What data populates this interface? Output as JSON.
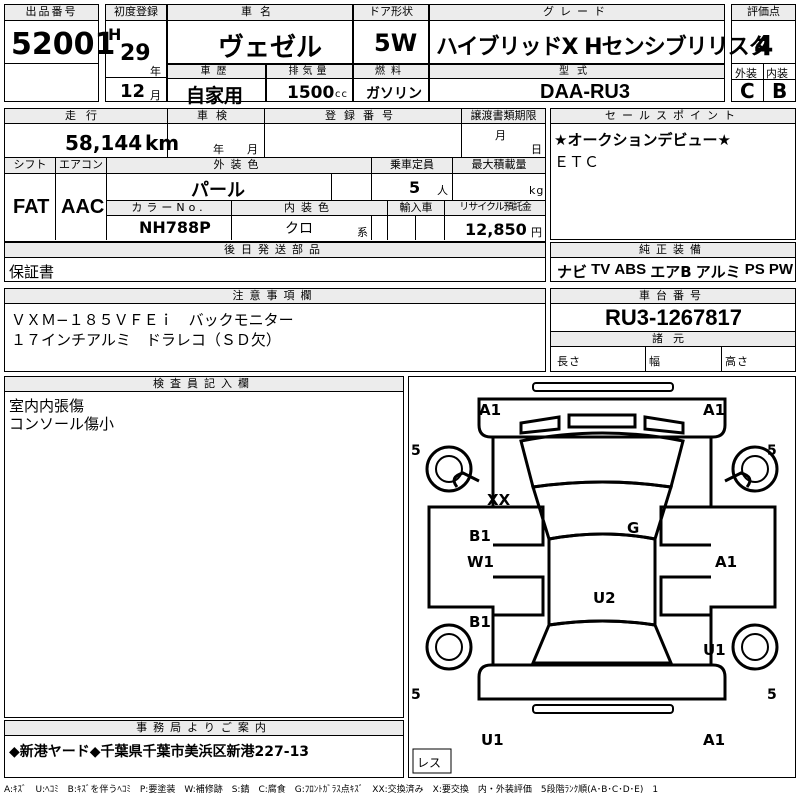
{
  "lot": {
    "label": "出品番号",
    "value": "52001"
  },
  "first_reg": {
    "label": "初度登録",
    "era": "H",
    "year": "29",
    "year_unit": "年",
    "month": "12",
    "month_unit": "月"
  },
  "car_name": {
    "label": "車名",
    "value": "ヴェゼル"
  },
  "door": {
    "label": "ドア形状",
    "value": "5W"
  },
  "grade": {
    "label": "グレード",
    "value": "ハイブリッドX Hセンシブリリスタ"
  },
  "score": {
    "label": "評価点",
    "value": "4",
    "ext_label": "外装",
    "int_label": "内装",
    "ext_value": "C",
    "int_value": "B"
  },
  "history": {
    "label": "車歴",
    "value": "自家用"
  },
  "displacement": {
    "label": "排気量",
    "value": "1500",
    "unit": "cc"
  },
  "fuel": {
    "label": "燃料",
    "value": "ガソリン"
  },
  "model": {
    "label": "型式",
    "value": "DAA-RU3"
  },
  "mileage": {
    "label": "走行",
    "value": "58,144",
    "unit": "km"
  },
  "inspection": {
    "label": "車検",
    "year_unit": "年",
    "month_unit": "月"
  },
  "reg_no": {
    "label": "登録番号"
  },
  "transfer": {
    "label": "譲渡書類期限",
    "month_unit": "月",
    "day_unit": "日"
  },
  "sales_points": {
    "label": "セールスポイント",
    "lines": [
      "★オークションデビュー★",
      "ＥＴＣ"
    ]
  },
  "shift": {
    "label": "シフト",
    "value": "FAT"
  },
  "aircon": {
    "label": "エアコン",
    "value": "AAC"
  },
  "ext_color": {
    "label": "外装色",
    "value": "パール"
  },
  "capacity": {
    "label": "乗車定員",
    "value": "5",
    "unit": "人"
  },
  "max_load": {
    "label": "最大積載量",
    "unit": "kg"
  },
  "color_no": {
    "label": "カラーNo.",
    "value": "NH788P"
  },
  "int_color": {
    "label": "内装色",
    "value": "クロ",
    "unit": "系"
  },
  "import": {
    "label": "輸入車"
  },
  "recycle": {
    "label": "リサイクル預託金",
    "value": "12,850",
    "unit": "円"
  },
  "later_parts": {
    "label": "後日発送部品",
    "value": "保証書"
  },
  "genuine": {
    "label": "純正装備",
    "items": [
      "ナビ",
      "TV",
      "ABS",
      "エアB",
      "アルミ",
      "PS",
      "PW"
    ]
  },
  "notes": {
    "label": "注意事項欄",
    "lines": [
      "ＶＸＭ−１８５ＶＦＥｉ　バックモニター",
      "１７インチアルミ　ドラレコ（ＳＤ欠）"
    ]
  },
  "chassis": {
    "label": "車台番号",
    "value": "RU3-1267817"
  },
  "specs": {
    "label": "諸元",
    "length": "長さ",
    "width": "幅",
    "height": "高さ"
  },
  "inspector": {
    "label": "検査員記入欄",
    "lines": [
      "室内内張傷",
      "コンソール傷小"
    ]
  },
  "office": {
    "label": "事務局よりご案内",
    "value": "◆新港ヤード◆千葉県千葉市美浜区新港227-13"
  },
  "diagram": {
    "marks": [
      {
        "id": "a1-front-left",
        "text": "A1"
      },
      {
        "id": "a1-front-right",
        "text": "A1"
      },
      {
        "id": "xx-hood",
        "text": "XX"
      },
      {
        "id": "g-windshield",
        "text": "G"
      },
      {
        "id": "b1-left-front-door",
        "text": "B1"
      },
      {
        "id": "w1-left-front-door",
        "text": "W1"
      },
      {
        "id": "a1-right-front-door",
        "text": "A1"
      },
      {
        "id": "b1-left-rear-door",
        "text": "B1"
      },
      {
        "id": "u2-roof",
        "text": "U2"
      },
      {
        "id": "u1-right-rear",
        "text": "U1"
      },
      {
        "id": "u1-rear-left",
        "text": "U1"
      },
      {
        "id": "a1-rear-right",
        "text": "A1"
      }
    ],
    "tires": [
      "5",
      "5",
      "5",
      "5"
    ],
    "spare": "レス"
  },
  "legend": "A:ｷｽﾞ　U:ﾍｺﾐ　B:ｷｽﾞを伴うﾍｺﾐ　P:要塗装　W:補修跡　S:錆　C:腐食　G:ﾌﾛﾝﾄｶﾞﾗｽ点ｷｽﾞ　XX:交換済み　X:要交換　内・外装評価　5段階ﾗﾝｸ順(A･B･C･D･E)　1"
}
